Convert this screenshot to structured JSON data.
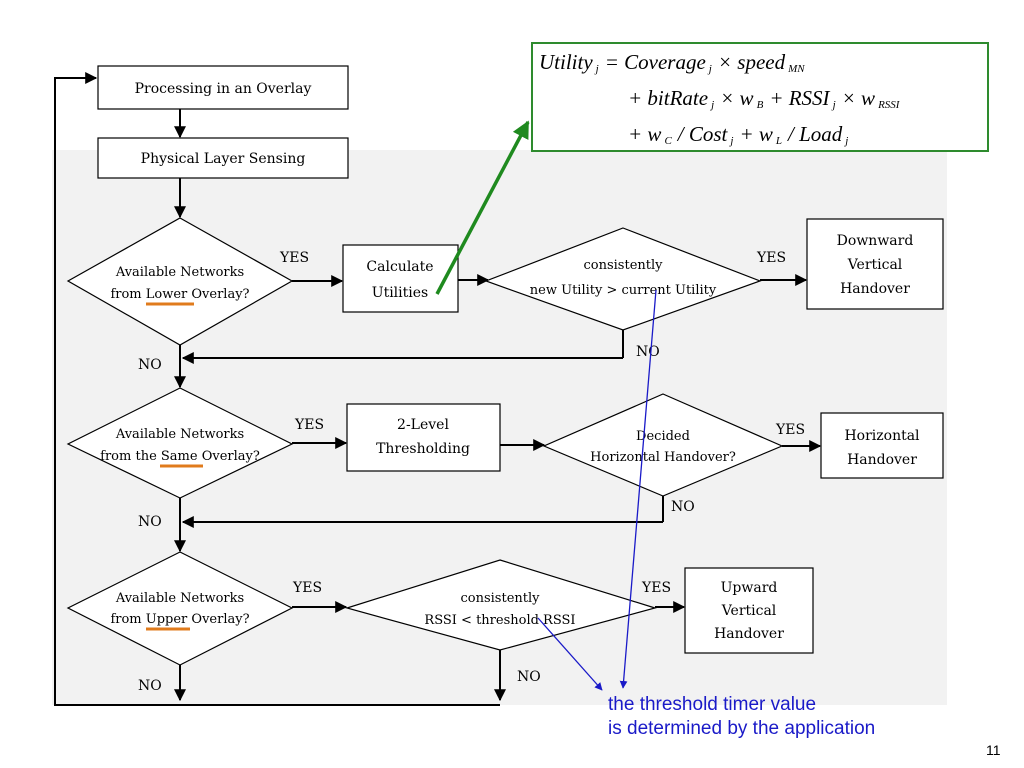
{
  "flowchart": {
    "start": "Processing in an Overlay",
    "sensing": "Physical Layer Sensing",
    "q_lower": {
      "line1": "Available Networks",
      "line2": "from Lower Overlay?"
    },
    "q_same": {
      "line1": "Available Networks",
      "line2": "from the Same Overlay?"
    },
    "q_upper": {
      "line1": "Available Networks",
      "line2": "from Upper Overlay?"
    },
    "calc": {
      "line1": "Calculate",
      "line2": "Utilities"
    },
    "thresh": {
      "line1": "2-Level",
      "line2": "Thresholding"
    },
    "d_util": {
      "line1": "consistently",
      "line2": "new Utility > current Utility"
    },
    "d_horiz": {
      "line1": "Decided",
      "line2": "Horizontal Handover?"
    },
    "d_rssi": {
      "line1": "consistently",
      "line2": "RSSI < threshold RSSI"
    },
    "out_down": {
      "line1": "Downward",
      "line2": "Vertical",
      "line3": "Handover"
    },
    "out_horiz": {
      "line1": "Horizontal",
      "line2": "Handover"
    },
    "out_up": {
      "line1": "Upward",
      "line2": "Vertical",
      "line3": "Handover"
    },
    "yes": "YES",
    "no": "NO"
  },
  "formula": {
    "line1": {
      "a": "Utility",
      "a_sub": "j",
      "eq": "= Coverage",
      "b_sub": "j",
      "c": "× speed",
      "c_sub": "MN"
    },
    "line2": {
      "a": "+ bitRate",
      "a_sub": "j",
      "b": "× w",
      "b_sub": "B",
      "c": "+ RSSI",
      "c_sub": "j",
      "d": "× w",
      "d_sub": "RSSI"
    },
    "line3": {
      "a": "+ w",
      "a_sub": "C",
      "b": "/ Cost",
      "b_sub": "j",
      "c": "+ w",
      "c_sub": "L",
      "d": "/ Load",
      "d_sub": "j"
    }
  },
  "annotation": {
    "line1": "the threshold timer value",
    "line2": "is determined by the application"
  },
  "page_number": "11",
  "colors": {
    "formula_border": "#2e8b2e",
    "green_arrow": "#1f8a1f",
    "annotation": "#1a1ac8",
    "underline": "#e07b1c"
  }
}
